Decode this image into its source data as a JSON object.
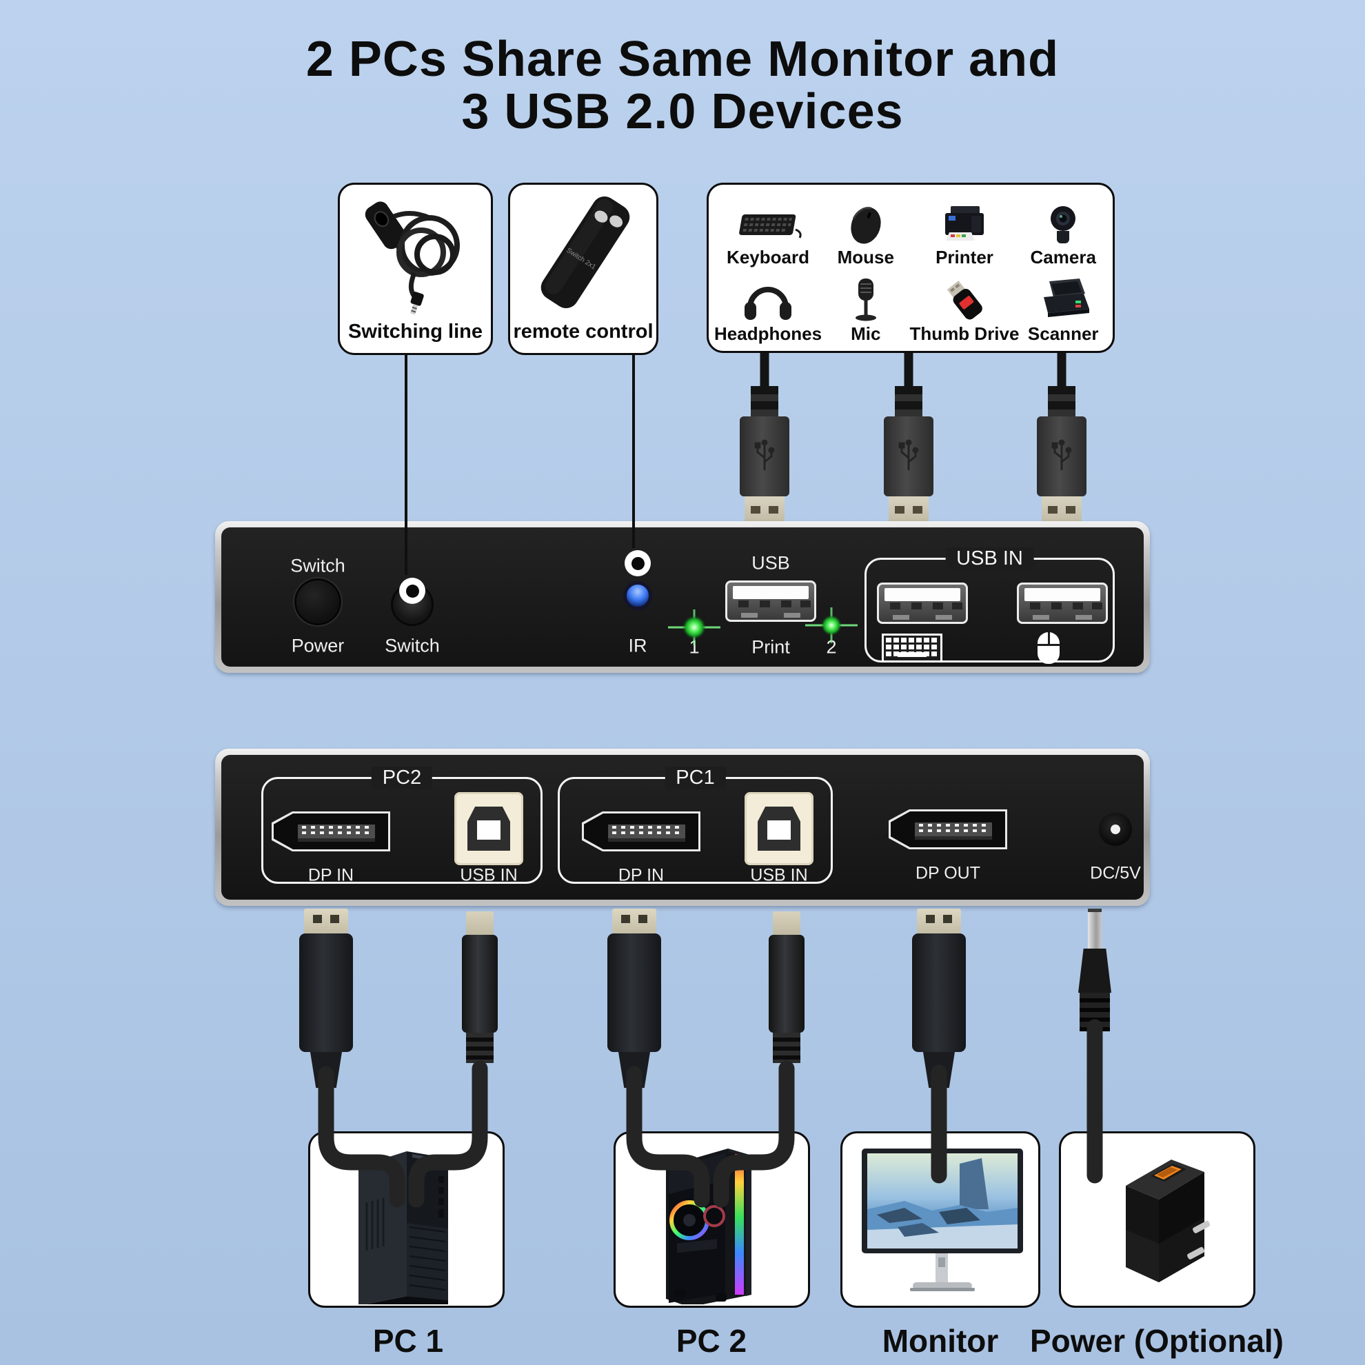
{
  "title": {
    "line1": "2 PCs Share Same Monitor and",
    "line2": "3 USB 2.0 Devices"
  },
  "accessory_boxes": {
    "switching_line": {
      "label": "Switching line"
    },
    "remote_control": {
      "label": "remote control"
    },
    "usb_devices": {
      "items": [
        {
          "label": "Keyboard",
          "icon": "keyboard-icon"
        },
        {
          "label": "Mouse",
          "icon": "mouse-icon"
        },
        {
          "label": "Printer",
          "icon": "printer-icon"
        },
        {
          "label": "Camera",
          "icon": "camera-icon"
        },
        {
          "label": "Headphones",
          "icon": "headphones-icon"
        },
        {
          "label": "Mic",
          "icon": "mic-icon"
        },
        {
          "label": "Thumb Drive",
          "icon": "thumb-drive-icon"
        },
        {
          "label": "Scanner",
          "icon": "scanner-icon"
        }
      ]
    }
  },
  "front_panel": {
    "power_button": {
      "top_label": "Switch",
      "bottom_label": "Power"
    },
    "switch_jack": {
      "label": "Switch"
    },
    "ir_receiver": {
      "label": "IR"
    },
    "led_1": {
      "label": "1",
      "color": "#35e03a"
    },
    "led_2": {
      "label": "2",
      "color": "#35e03a"
    },
    "usb_print_port": {
      "top_label": "USB",
      "bottom_label": "Print"
    },
    "usb_in_group": {
      "label": "USB IN",
      "port_icons": [
        "keyboard-icon",
        "mouse-icon"
      ]
    }
  },
  "back_panel": {
    "pc2_group": {
      "label": "PC2",
      "dp_label": "DP IN",
      "usb_label": "USB IN"
    },
    "pc1_group": {
      "label": "PC1",
      "dp_label": "DP IN",
      "usb_label": "USB IN"
    },
    "dp_out": {
      "label": "DP OUT"
    },
    "dc_power": {
      "label": "DC/5V"
    }
  },
  "bottom_devices": [
    {
      "label": "PC 1"
    },
    {
      "label": "PC 2"
    },
    {
      "label": "Monitor"
    },
    {
      "label": "Power (Optional)"
    }
  ],
  "colors": {
    "background": "#b3cbe8",
    "panel": "#1d1d1d",
    "led_green": "#35e03a",
    "ir_blue": "#2f6ff0",
    "connector_beige": "#d2ccb8",
    "usb_b_cream": "#f3ecd8",
    "charger_orange": "#f0861c"
  }
}
